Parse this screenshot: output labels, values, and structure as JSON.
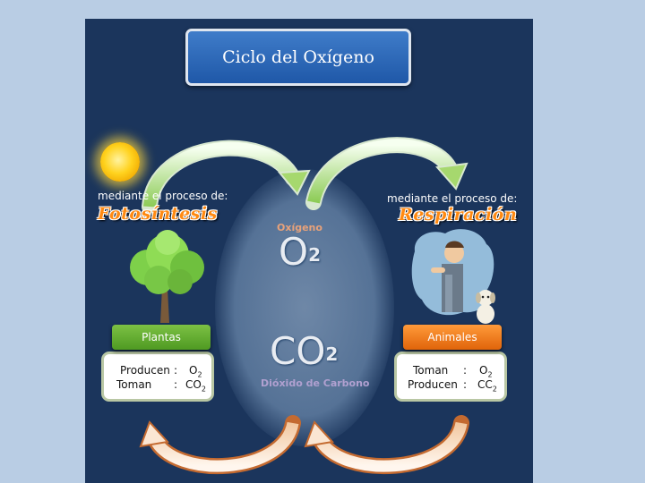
{
  "title": "Ciclo del Oxígeno",
  "left_process": {
    "intro": "mediante el proceso de:",
    "name": "Fotosíntesis"
  },
  "right_process": {
    "intro": "mediante el proceso de:",
    "name": "Respiración"
  },
  "center": {
    "oxygen_label": "Oxígeno",
    "oxygen_formula": "O",
    "oxygen_subscript": "2",
    "co2_formula": "CO",
    "co2_subscript": "2",
    "co2_label": "Dióxido de Carbono"
  },
  "plants": {
    "header": "Plantas",
    "rows": [
      {
        "verb": "Producen",
        "sep": ":",
        "gas": "O",
        "sub": "2"
      },
      {
        "verb": "Toman",
        "sep": ":",
        "gas": "CO",
        "sub": "2"
      }
    ]
  },
  "animals": {
    "header": "Animales",
    "rows": [
      {
        "verb": "Toman",
        "sep": ":",
        "gas": "O",
        "sub": "2"
      },
      {
        "verb": "Producen",
        "sep": ":",
        "gas": "CC",
        "sub": "2"
      }
    ]
  },
  "colors": {
    "background": "#b9cde4",
    "slide": "#1b355c",
    "title_box": "#2f6bbd",
    "plants_header": "#5fa62e",
    "animals_header": "#ef7a12",
    "process_name": "#ff8a12",
    "oxygen_label": "#e8a27a",
    "co2_label": "#b0a0d0"
  },
  "icons": [
    "sun-icon",
    "tree-icon",
    "person-icon",
    "dog-icon",
    "curved-arrow-icon"
  ]
}
